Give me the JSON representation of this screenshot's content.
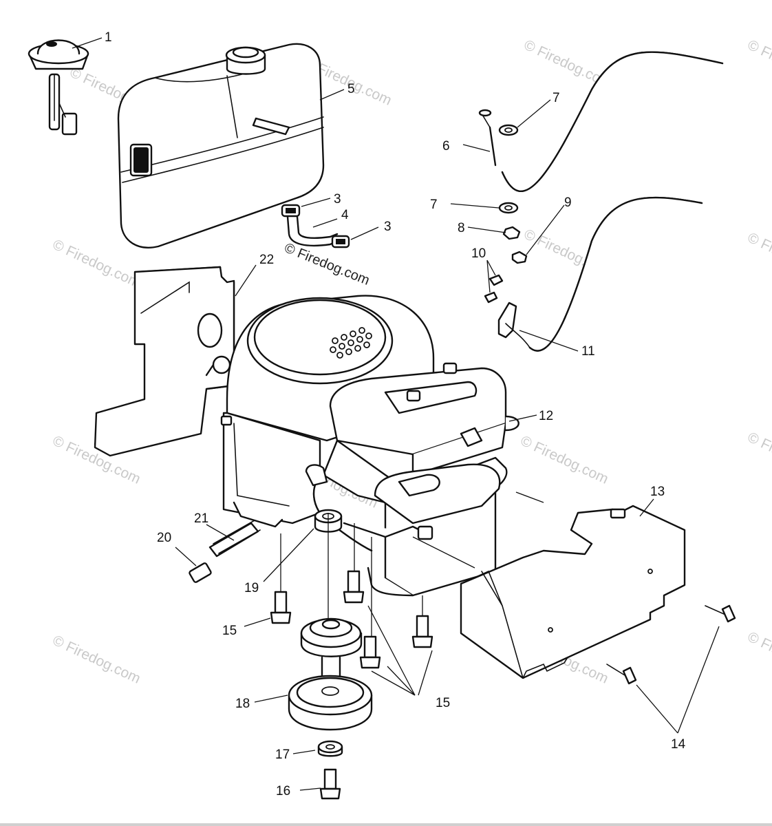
{
  "watermark": {
    "text": "© Firedog.com",
    "color_main": "#222222",
    "color_faint": "#c9c9c9"
  },
  "callouts": [
    {
      "id": "c1",
      "number": "1"
    },
    {
      "id": "c3a",
      "number": "3"
    },
    {
      "id": "c3b",
      "number": "3"
    },
    {
      "id": "c4",
      "number": "4"
    },
    {
      "id": "c5",
      "number": "5"
    },
    {
      "id": "c6",
      "number": "6"
    },
    {
      "id": "c7a",
      "number": "7"
    },
    {
      "id": "c7b",
      "number": "7"
    },
    {
      "id": "c8",
      "number": "8"
    },
    {
      "id": "c9",
      "number": "9"
    },
    {
      "id": "c10",
      "number": "10"
    },
    {
      "id": "c11",
      "number": "11"
    },
    {
      "id": "c12",
      "number": "12"
    },
    {
      "id": "c13",
      "number": "13"
    },
    {
      "id": "c14",
      "number": "14"
    },
    {
      "id": "c15a",
      "number": "15"
    },
    {
      "id": "c15b",
      "number": "15"
    },
    {
      "id": "c16",
      "number": "16"
    },
    {
      "id": "c17",
      "number": "17"
    },
    {
      "id": "c18",
      "number": "18"
    },
    {
      "id": "c19",
      "number": "19"
    },
    {
      "id": "c20",
      "number": "20"
    },
    {
      "id": "c21",
      "number": "21"
    },
    {
      "id": "c22",
      "number": "22"
    }
  ]
}
